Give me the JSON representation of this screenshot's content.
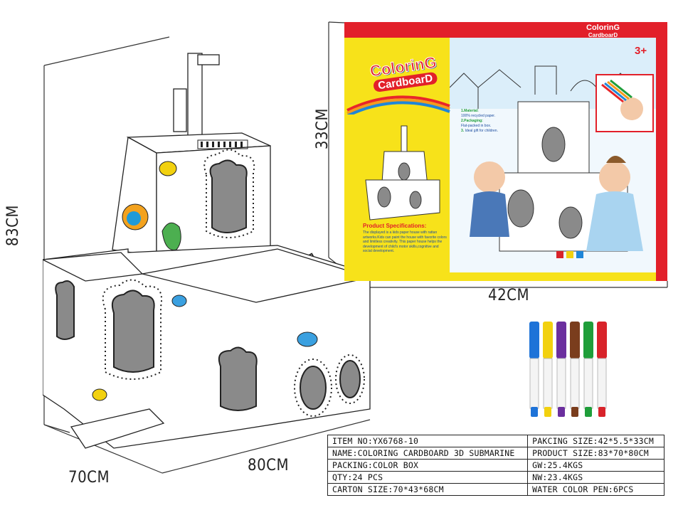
{
  "dimensions": {
    "height_main": "83CM",
    "width_depth": "70CM",
    "width_length": "80CM",
    "box_height": "33CM",
    "box_depth": "5.5CM",
    "box_width": "42CM"
  },
  "package": {
    "brand_line1": "ColorinG",
    "brand_line2": "CardboarD",
    "age": "3+",
    "features_title1": "1.Material:",
    "features_text1": "100% recycled paper.",
    "features_title2": "2.Packaging:",
    "features_text2": "Flat-packed in box.",
    "features_title3": "3.",
    "features_text3": "Ideal gift for children.",
    "spec_heading": "Product Specifications:",
    "spec_text": "The displayed is a kids paper house with rattan artworks.Kids can paint the house with favorite colors and limitless creativity. This paper house helps the development of child's motor skills,cognitive and social development."
  },
  "pens": {
    "colors": [
      "#1e73d8",
      "#f2d10f",
      "#6b2f9e",
      "#7a3d1d",
      "#1f9e3a",
      "#d8232a"
    ]
  },
  "spec_table": [
    [
      "ITEM NO:YX6768-10",
      "PAKCING SIZE:42*5.5*33CM"
    ],
    [
      "NAME:COLORING CARDBOARD 3D SUBMARINE",
      "PRODUCT SIZE:83*70*80CM"
    ],
    [
      "PACKING:COLOR BOX",
      "GW:25.4KGS"
    ],
    [
      "QTY:24 PCS",
      "NW:23.4KGS"
    ],
    [
      "CARTON SIZE:70*43*68CM",
      "WATER COLOR PEN:6PCS"
    ]
  ],
  "colors": {
    "box_yellow": "#f7e21a",
    "box_red": "#e2202a",
    "box_sky": "#dbeefa",
    "rainbow_red": "#e8262a",
    "rainbow_orange": "#f59a1c",
    "rainbow_blue": "#1f86d8"
  }
}
